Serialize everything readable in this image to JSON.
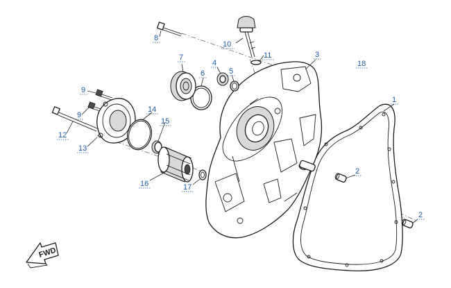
{
  "callouts": [
    {
      "id": "1",
      "label": "1"
    },
    {
      "id": "2a",
      "label": "2"
    },
    {
      "id": "2b",
      "label": "2"
    },
    {
      "id": "3",
      "label": "3"
    },
    {
      "id": "4",
      "label": "4"
    },
    {
      "id": "5",
      "label": "5"
    },
    {
      "id": "6",
      "label": "6"
    },
    {
      "id": "7",
      "label": "7"
    },
    {
      "id": "8",
      "label": "8"
    },
    {
      "id": "9a",
      "label": "9"
    },
    {
      "id": "9b",
      "label": "9"
    },
    {
      "id": "10",
      "label": "10"
    },
    {
      "id": "11",
      "label": "11"
    },
    {
      "id": "12",
      "label": "12"
    },
    {
      "id": "13",
      "label": "13"
    },
    {
      "id": "14",
      "label": "14"
    },
    {
      "id": "15",
      "label": "15"
    },
    {
      "id": "16",
      "label": "16"
    },
    {
      "id": "17",
      "label": "17"
    },
    {
      "id": "18",
      "label": "18"
    }
  ],
  "direction_marker": {
    "label": "FWD",
    "icon": "forward-arrow-icon"
  },
  "colors": {
    "callout": "#1e5aa8",
    "line": "#1a1a1a",
    "background": "#ffffff"
  }
}
